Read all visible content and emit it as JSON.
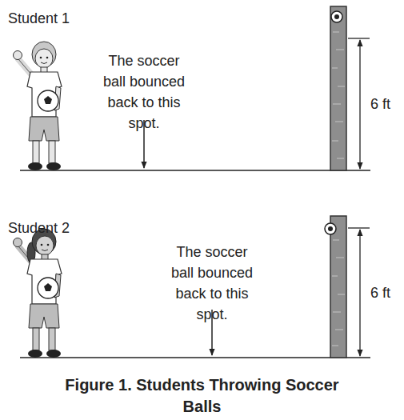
{
  "diagram": {
    "caption": "Figure 1. Students Throwing Soccer Balls",
    "labels": [
      "Student 1",
      "The soccer ball bounced back to this spot.",
      "6 ft",
      "Student 2",
      "The soccer ball bounced back to this spot.",
      "6 ft"
    ]
  }
}
